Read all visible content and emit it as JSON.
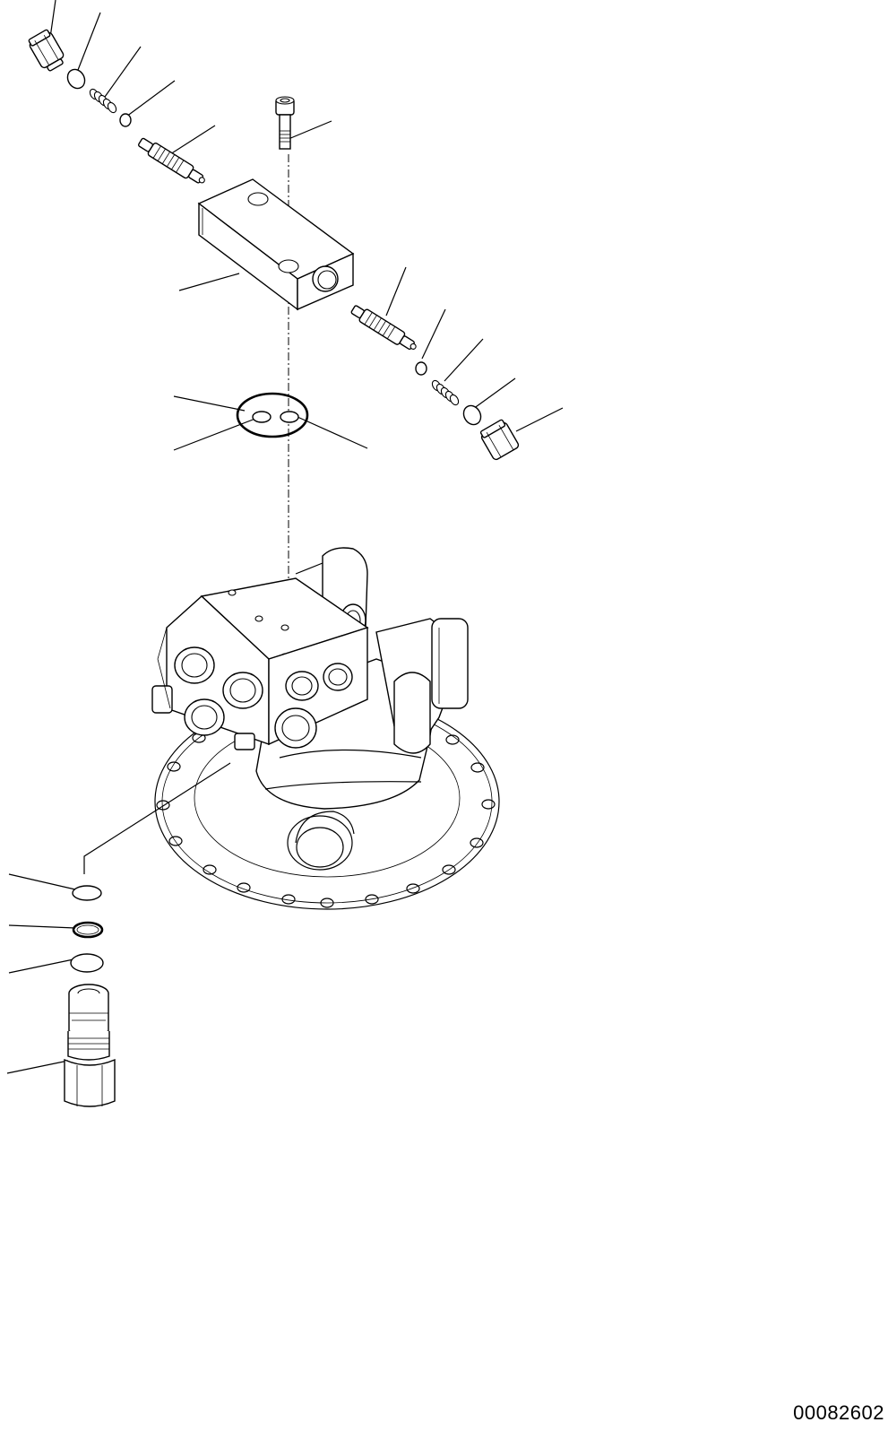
{
  "diagram": {
    "drawing_number": "00082602",
    "parts": [
      {
        "name": "plug",
        "icon": "plug-icon"
      },
      {
        "name": "o-ring",
        "icon": "o-ring-icon"
      },
      {
        "name": "spring",
        "icon": "spring-icon"
      },
      {
        "name": "ball",
        "icon": "ball-icon"
      },
      {
        "name": "spool",
        "icon": "spool-icon"
      },
      {
        "name": "socket-head-bolt",
        "icon": "bolt-icon"
      },
      {
        "name": "valve-block",
        "icon": "valve-block-icon"
      },
      {
        "name": "gasket",
        "icon": "gasket-icon"
      },
      {
        "name": "swing-motor",
        "icon": "motor-icon"
      },
      {
        "name": "relief-valve-cartridge",
        "icon": "cartridge-icon"
      }
    ]
  }
}
